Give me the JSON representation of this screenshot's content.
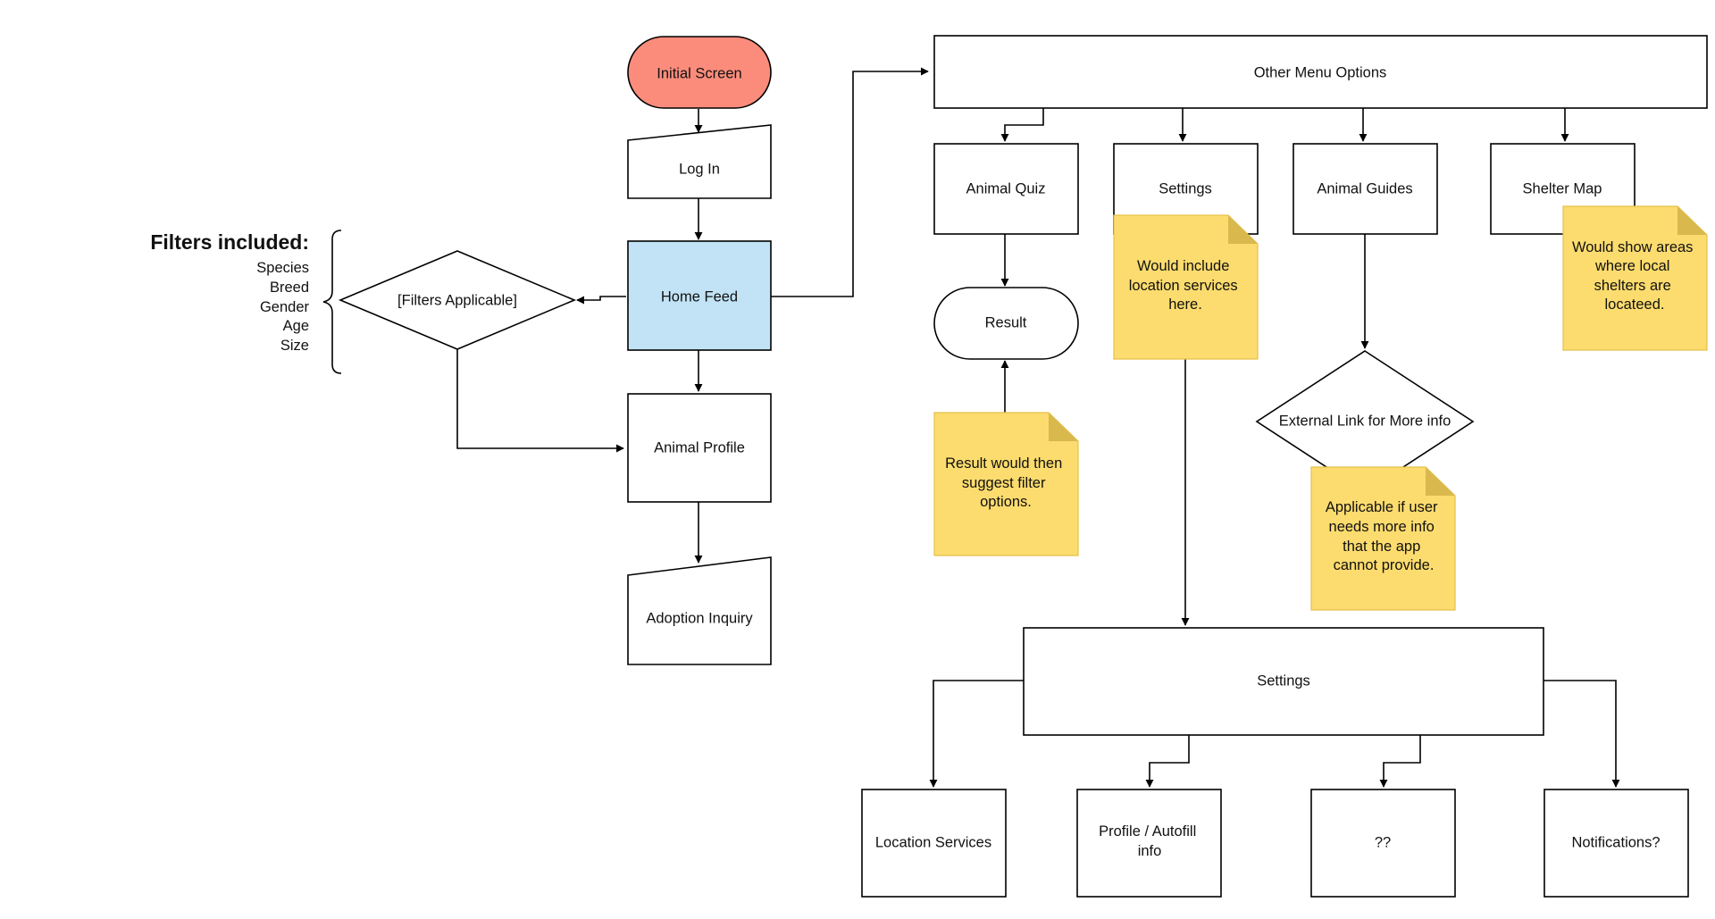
{
  "colors": {
    "initial_screen_fill": "#fb8c7b",
    "home_feed_fill": "#c2e3f5",
    "note_fill": "#fcdc6e",
    "line": "#000000"
  },
  "filters": {
    "title": "Filters included:",
    "items": [
      "Species",
      "Breed",
      "Gender",
      "Age",
      "Size"
    ]
  },
  "nodes": {
    "initial_screen": "Initial Screen",
    "log_in": "Log In",
    "home_feed": "Home Feed",
    "filters_applicable": "[Filters Applicable]",
    "animal_profile": "Animal Profile",
    "adoption_inquiry": "Adoption Inquiry",
    "other_menu_options": "Other Menu Options",
    "animal_quiz": "Animal Quiz",
    "settings_small": "Settings",
    "animal_guides": "Animal Guides",
    "shelter_map": "Shelter Map",
    "result": "Result",
    "external_link": "External Link for More info",
    "settings_big": "Settings",
    "location_services": "Location Services",
    "profile_autofill": [
      "Profile / Autofill",
      "info"
    ],
    "unknown_option": "??",
    "notifications": "Notifications?"
  },
  "notes": {
    "result_note": [
      "Result would then",
      "suggest filter",
      "options."
    ],
    "settings_note": [
      "Would include",
      "location services",
      "here."
    ],
    "external_note": [
      "Applicable if user",
      "needs more info",
      "that the app",
      "cannot provide."
    ],
    "shelter_note": [
      "Would show areas",
      "where local",
      "shelters are",
      "locateed."
    ]
  }
}
